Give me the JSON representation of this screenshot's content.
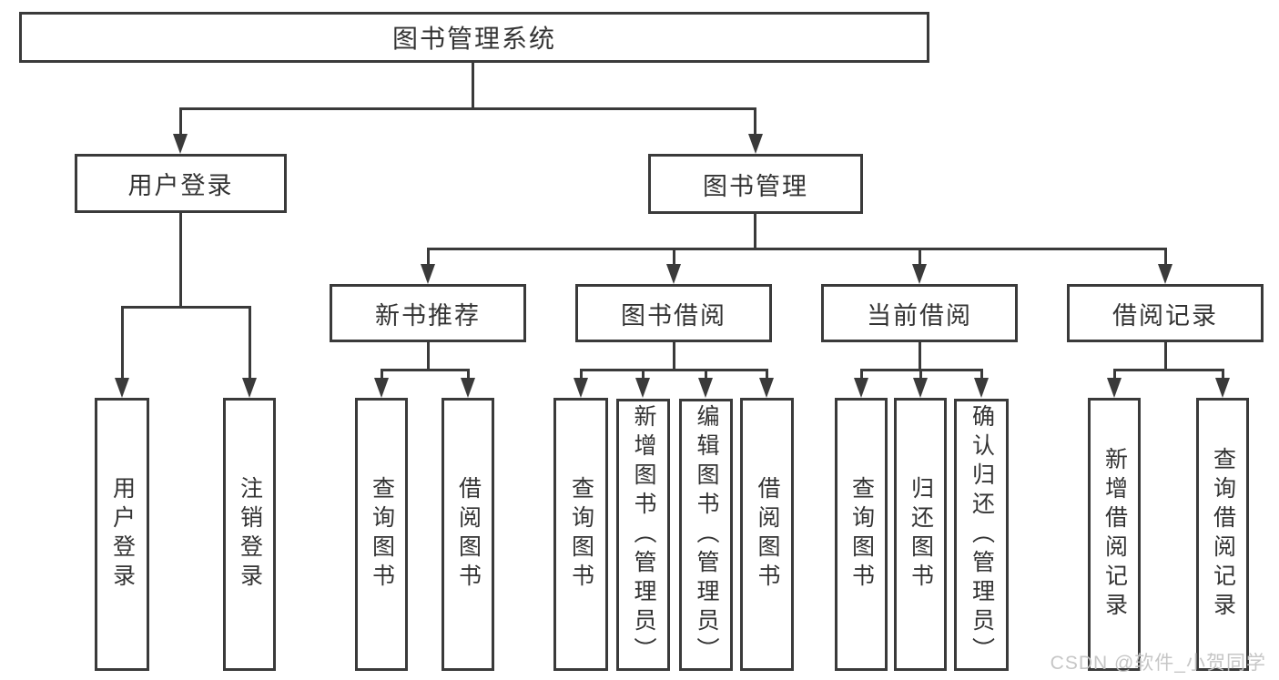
{
  "diagram_type": "hierarchy-chart",
  "tree": {
    "root": "图书管理系统",
    "children": [
      {
        "label": "用户登录",
        "children": [
          {
            "label": "用户登录"
          },
          {
            "label": "注销登录"
          }
        ]
      },
      {
        "label": "图书管理",
        "children": [
          {
            "label": "新书推荐",
            "children": [
              {
                "label": "查询图书"
              },
              {
                "label": "借阅图书"
              }
            ]
          },
          {
            "label": "图书借阅",
            "children": [
              {
                "label": "查询图书"
              },
              {
                "label": "新增图书（管理员）"
              },
              {
                "label": "编辑图书（管理员）"
              },
              {
                "label": "借阅图书"
              }
            ]
          },
          {
            "label": "当前借阅",
            "children": [
              {
                "label": "查询图书"
              },
              {
                "label": "归还图书"
              },
              {
                "label": "确认归还（管理员）"
              }
            ]
          },
          {
            "label": "借阅记录",
            "children": [
              {
                "label": "新增借阅记录"
              },
              {
                "label": "查询借阅记录"
              }
            ]
          }
        ]
      }
    ]
  },
  "watermark": "CSDN @软件_小贺同学",
  "colors": {
    "line": "#3a3a3a",
    "text": "#333333",
    "background": "#ffffff",
    "watermark": "#c3c3c3"
  }
}
